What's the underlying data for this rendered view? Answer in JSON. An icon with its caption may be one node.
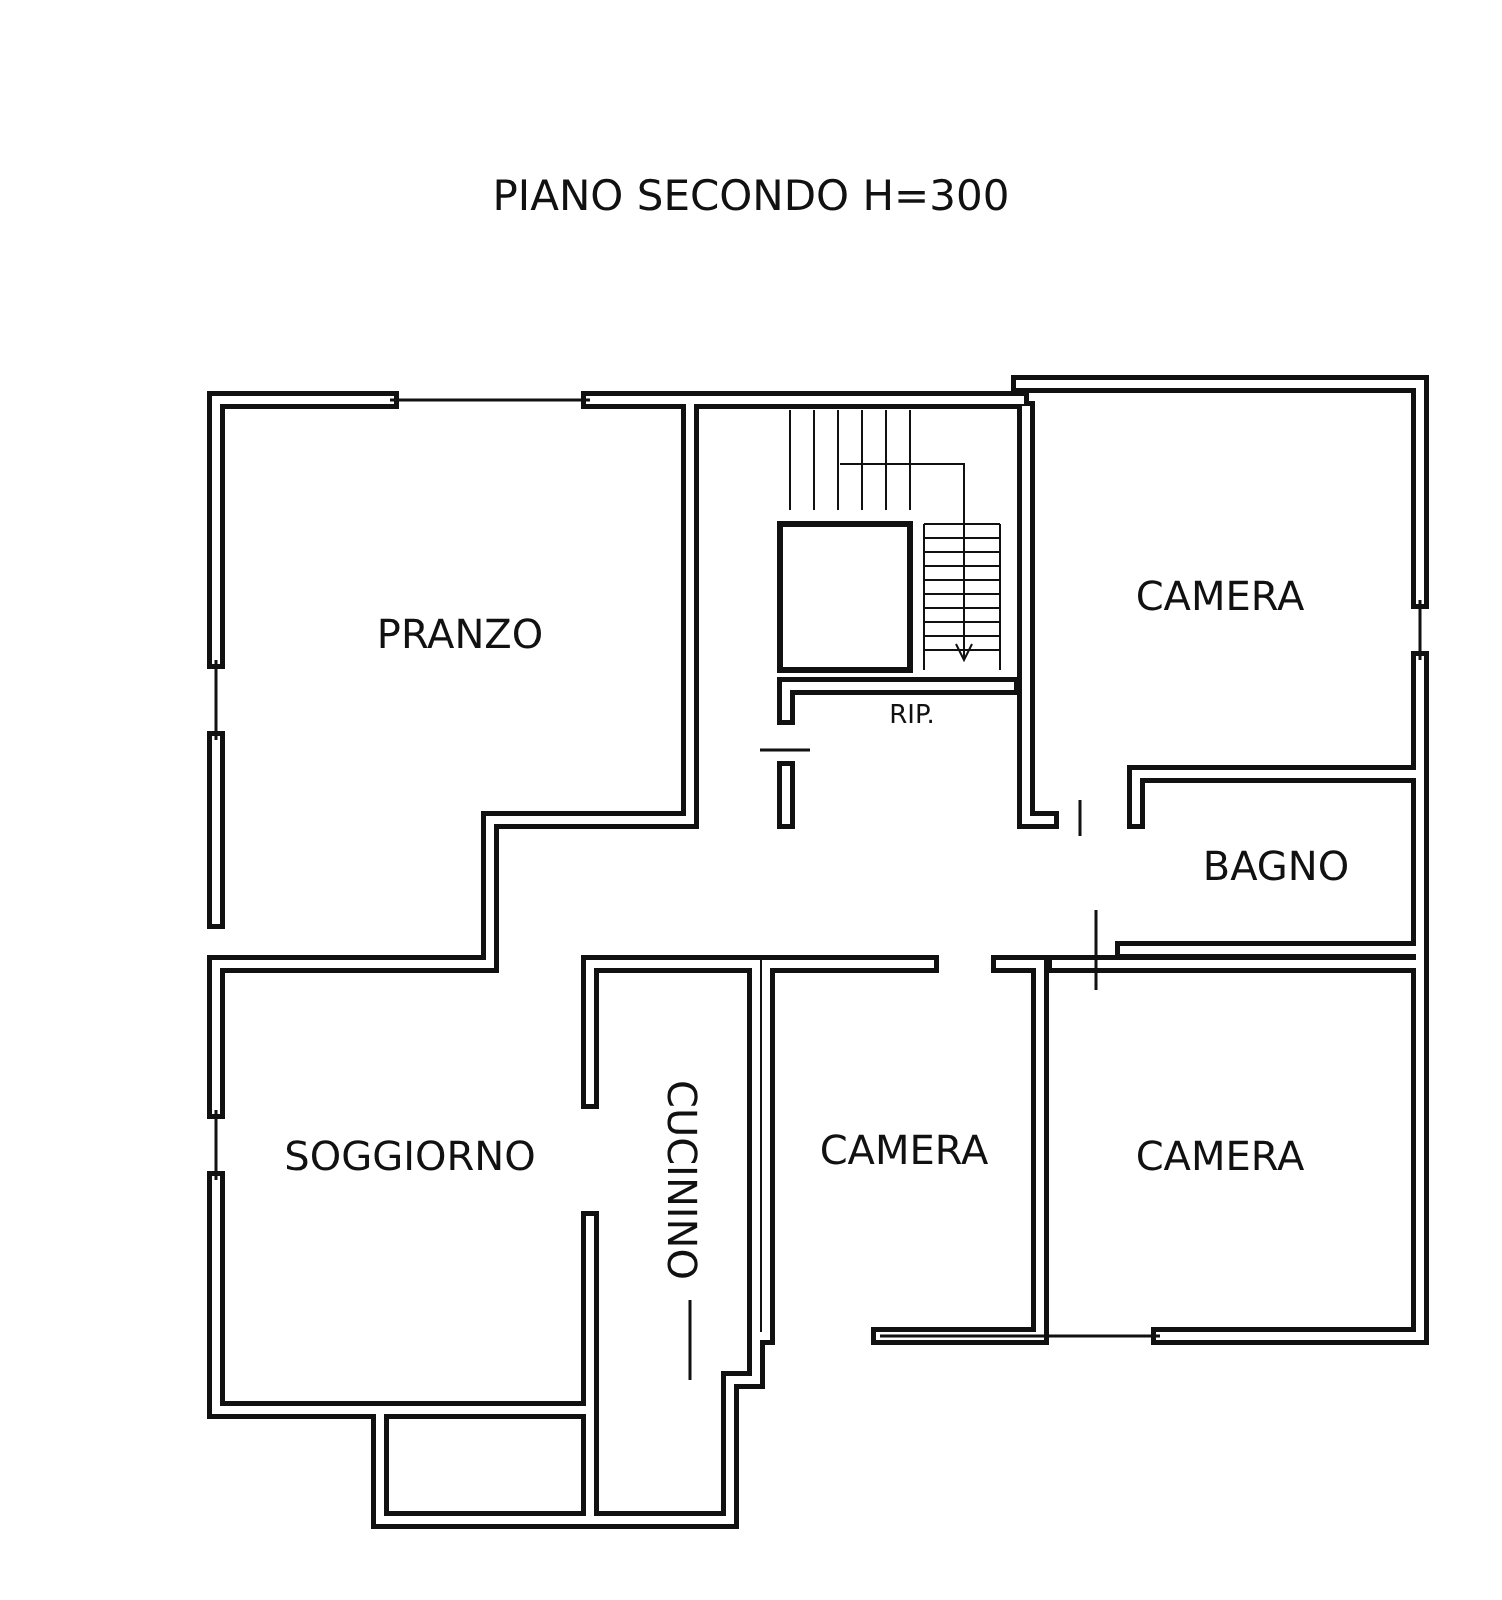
{
  "diagram": {
    "title": "PIANO SECONDO H=300",
    "labels": [
      "PRANZO",
      "CAMERA",
      "RIP.",
      "BAGNO",
      "SOGGIORNO",
      "CUCININO",
      "CAMERA",
      "CAMERA"
    ]
  }
}
